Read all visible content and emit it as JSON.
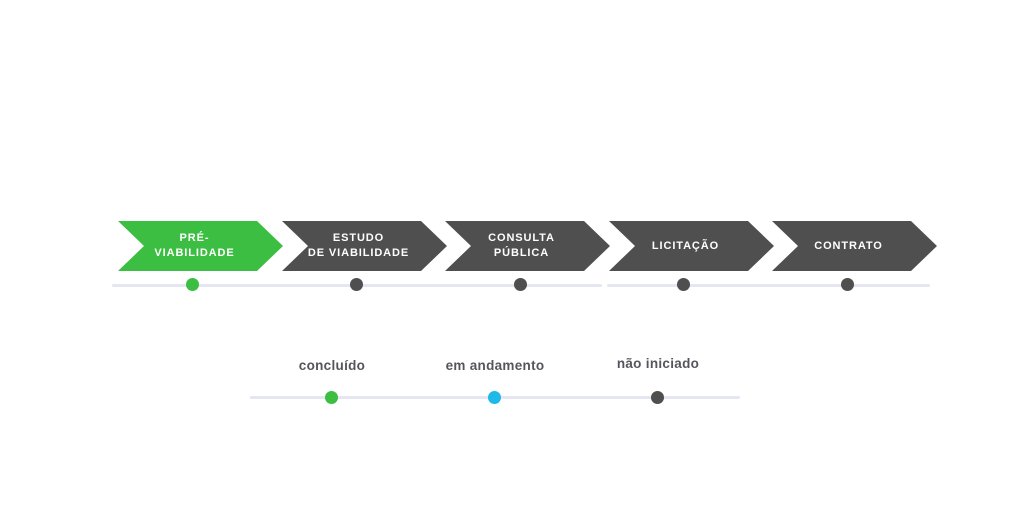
{
  "timeline": {
    "stages": [
      {
        "id": "pre-viabilidade",
        "label_line1": "PRÉ-",
        "label_line2": "VIABILIDADE",
        "status": "concluído",
        "arrow_color": "#3BBE41",
        "dot_color": "#3BBE41"
      },
      {
        "id": "estudo-de-viabilidade",
        "label_line1": "ESTUDO",
        "label_line2": "DE VIABILIDADE",
        "status": "não iniciado",
        "arrow_color": "#4F4F4F",
        "dot_color": "#4F4F4F"
      },
      {
        "id": "consulta-publica",
        "label_line1": "CONSULTA",
        "label_line2": "PÚBLICA",
        "status": "não iniciado",
        "arrow_color": "#4F4F4F",
        "dot_color": "#4F4F4F"
      },
      {
        "id": "licitacao",
        "label_line1": "LICITAÇÃO",
        "label_line2": "",
        "status": "não iniciado",
        "arrow_color": "#4F4F4F",
        "dot_color": "#4F4F4F"
      },
      {
        "id": "contrato",
        "label_line1": "CONTRATO",
        "label_line2": "",
        "status": "não iniciado",
        "arrow_color": "#4F4F4F",
        "dot_color": "#4F4F4F"
      }
    ]
  },
  "legend": {
    "items": [
      {
        "label": "concluído",
        "color": "#3BBE41"
      },
      {
        "label": "em andamento",
        "color": "#1EB9E8"
      },
      {
        "label": "não iniciado",
        "color": "#4F4F4F"
      }
    ]
  },
  "colors": {
    "track": "#E4E7F1",
    "stage_text": "#FFFFFF",
    "legend_text": "#55565B",
    "background": "#FFFFFF"
  }
}
